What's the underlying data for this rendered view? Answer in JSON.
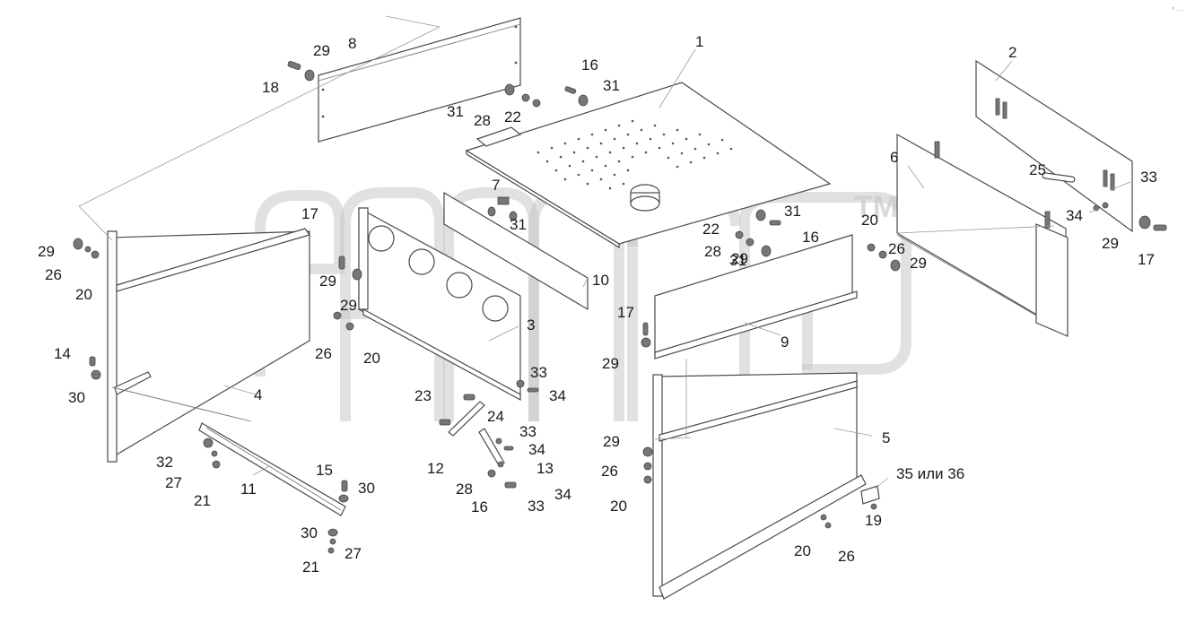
{
  "diagram": {
    "watermark_mark": "TM",
    "corner_mark": "° ···",
    "labels": [
      {
        "id": "1",
        "text": "1"
      },
      {
        "id": "2",
        "text": "2"
      },
      {
        "id": "3",
        "text": "3"
      },
      {
        "id": "4",
        "text": "4"
      },
      {
        "id": "5",
        "text": "5"
      },
      {
        "id": "6",
        "text": "6"
      },
      {
        "id": "7",
        "text": "7"
      },
      {
        "id": "8",
        "text": "8"
      },
      {
        "id": "9",
        "text": "9"
      },
      {
        "id": "10",
        "text": "10"
      },
      {
        "id": "11",
        "text": "11"
      },
      {
        "id": "12",
        "text": "12"
      },
      {
        "id": "13",
        "text": "13"
      },
      {
        "id": "14",
        "text": "14"
      },
      {
        "id": "15",
        "text": "15"
      },
      {
        "id": "16a",
        "text": "16"
      },
      {
        "id": "16b",
        "text": "16"
      },
      {
        "id": "16c",
        "text": "16"
      },
      {
        "id": "17a",
        "text": "17"
      },
      {
        "id": "17b",
        "text": "17"
      },
      {
        "id": "17c",
        "text": "17"
      },
      {
        "id": "18",
        "text": "18"
      },
      {
        "id": "19",
        "text": "19"
      },
      {
        "id": "20a",
        "text": "20"
      },
      {
        "id": "20b",
        "text": "20"
      },
      {
        "id": "20c",
        "text": "20"
      },
      {
        "id": "20d",
        "text": "20"
      },
      {
        "id": "20e",
        "text": "20"
      },
      {
        "id": "21a",
        "text": "21"
      },
      {
        "id": "21b",
        "text": "21"
      },
      {
        "id": "22a",
        "text": "22"
      },
      {
        "id": "22b",
        "text": "22"
      },
      {
        "id": "23",
        "text": "23"
      },
      {
        "id": "24",
        "text": "24"
      },
      {
        "id": "25",
        "text": "25"
      },
      {
        "id": "26a",
        "text": "26"
      },
      {
        "id": "26b",
        "text": "26"
      },
      {
        "id": "26c",
        "text": "26"
      },
      {
        "id": "26d",
        "text": "26"
      },
      {
        "id": "26e",
        "text": "26"
      },
      {
        "id": "27a",
        "text": "27"
      },
      {
        "id": "27b",
        "text": "27"
      },
      {
        "id": "28a",
        "text": "28"
      },
      {
        "id": "28b",
        "text": "28"
      },
      {
        "id": "28c",
        "text": "28"
      },
      {
        "id": "29a",
        "text": "29"
      },
      {
        "id": "29b",
        "text": "29"
      },
      {
        "id": "29c",
        "text": "29"
      },
      {
        "id": "29d",
        "text": "29"
      },
      {
        "id": "29e",
        "text": "29"
      },
      {
        "id": "29f",
        "text": "29"
      },
      {
        "id": "29g",
        "text": "29"
      },
      {
        "id": "29h",
        "text": "29"
      },
      {
        "id": "29i",
        "text": "29"
      },
      {
        "id": "30a",
        "text": "30"
      },
      {
        "id": "30b",
        "text": "30"
      },
      {
        "id": "30c",
        "text": "30"
      },
      {
        "id": "31a",
        "text": "31"
      },
      {
        "id": "31b",
        "text": "31"
      },
      {
        "id": "31c",
        "text": "31"
      },
      {
        "id": "31d",
        "text": "31"
      },
      {
        "id": "31e",
        "text": "31"
      },
      {
        "id": "32",
        "text": "32"
      },
      {
        "id": "33a",
        "text": "33"
      },
      {
        "id": "33b",
        "text": "33"
      },
      {
        "id": "33c",
        "text": "33"
      },
      {
        "id": "33d",
        "text": "33"
      },
      {
        "id": "34a",
        "text": "34"
      },
      {
        "id": "34b",
        "text": "34"
      },
      {
        "id": "34c",
        "text": "34"
      },
      {
        "id": "34d",
        "text": "34"
      },
      {
        "id": "35",
        "text": "35 или 36"
      }
    ]
  }
}
